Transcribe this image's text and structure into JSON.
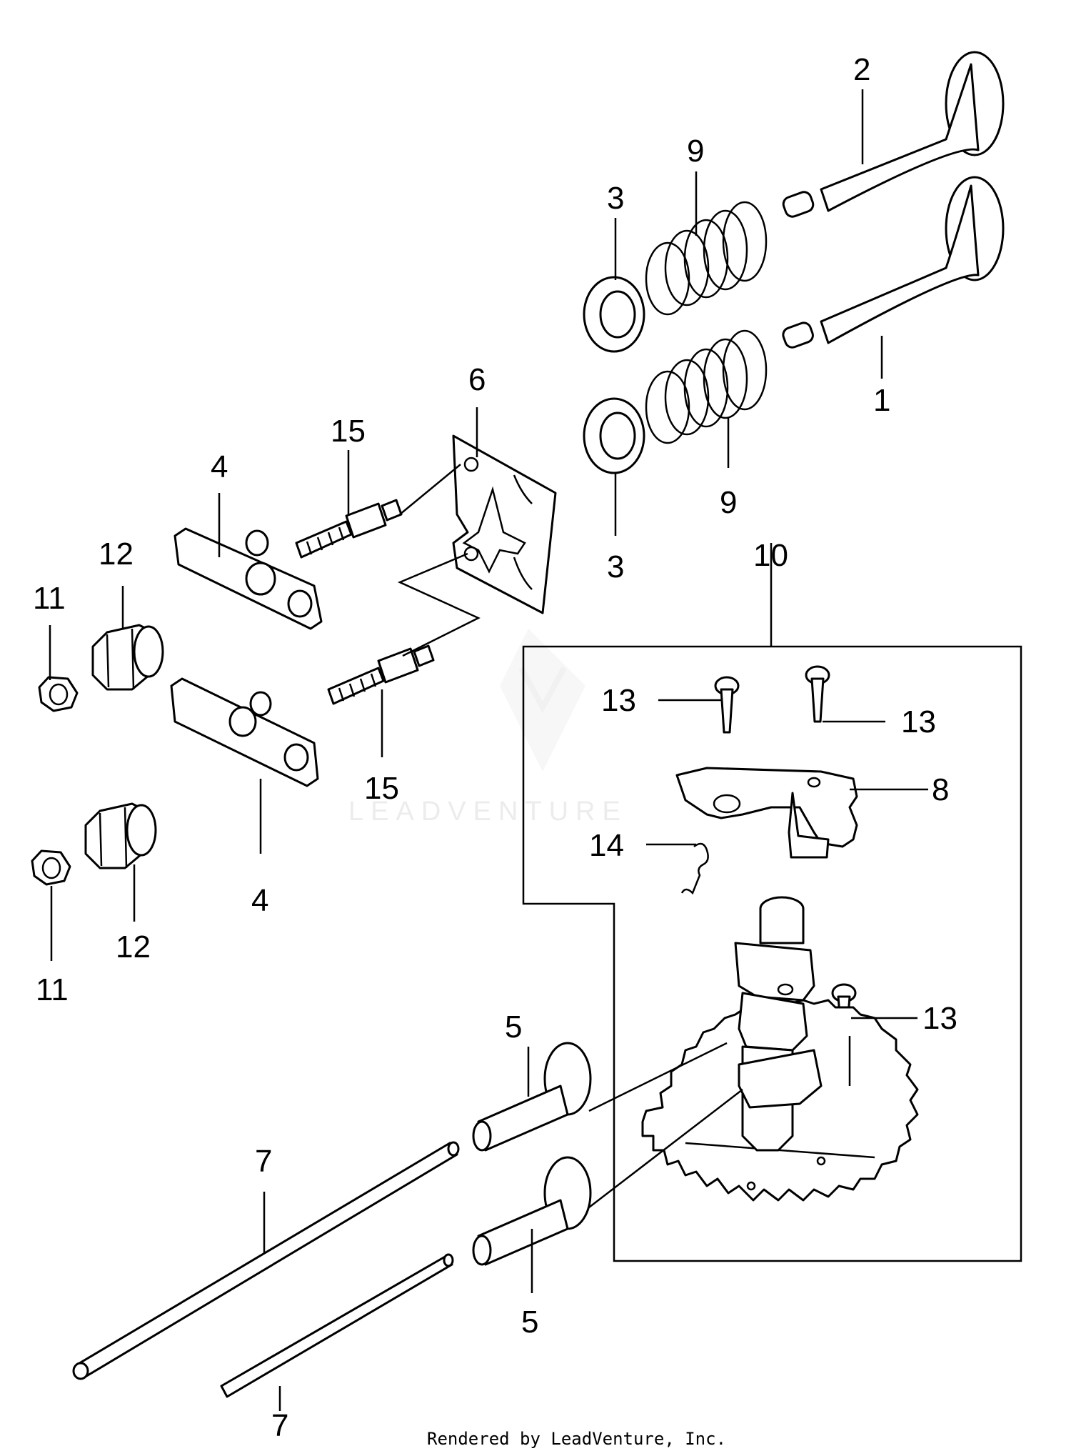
{
  "callouts": {
    "valve_exhaust": "2",
    "valve_intake": "1",
    "spring_upper": "9",
    "spring_lower": "9",
    "retainer_upper": "3",
    "retainer_lower": "3",
    "guide_plate": "6",
    "stud_upper": "15",
    "stud_lower": "15",
    "rocker_upper": "4",
    "rocker_lower": "4",
    "pivot_upper": "12",
    "pivot_lower": "12",
    "nut_upper": "11",
    "nut_lower": "11",
    "camshaft_assembly": "10",
    "weight_pin_left": "13",
    "weight_pin_right": "13",
    "weight_pin_gear": "13",
    "decompressor_weight": "8",
    "decompressor_spring": "14",
    "tappet_upper": "5",
    "tappet_lower": "5",
    "push_rod_upper": "7",
    "push_rod_lower": "7"
  },
  "watermark": "LEADVENTURE",
  "credit": "Rendered by LeadVenture, Inc."
}
